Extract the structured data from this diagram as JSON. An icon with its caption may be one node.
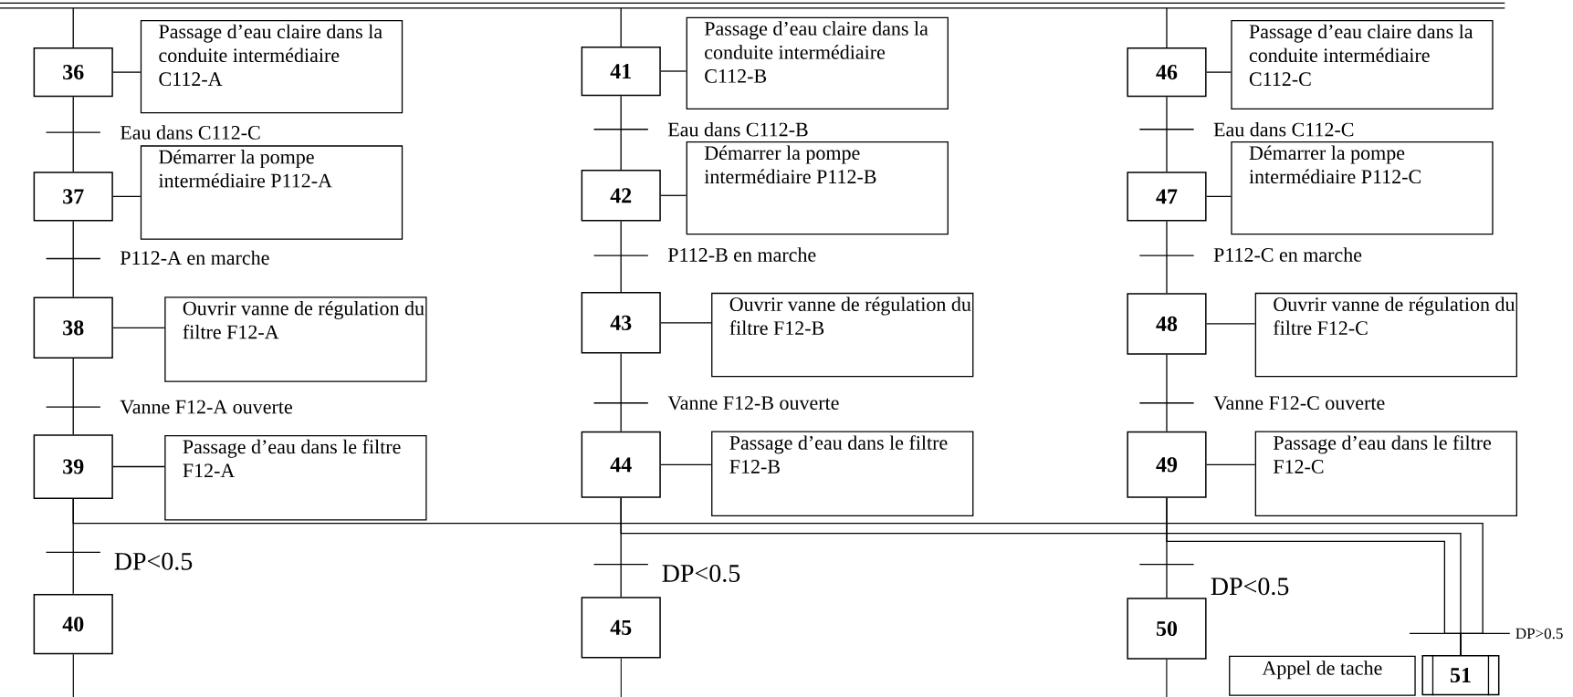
{
  "diagram": {
    "nodes": [
      {
        "text": [
          "36"
        ]
      },
      {
        "text": [
          "Passage d’eau claire dans la conduite intermédiaire C112-A"
        ]
      },
      {
        "text": [
          "37"
        ]
      },
      {
        "text": [
          "Démarrer la pompe intermédiaire P112-A"
        ]
      },
      {
        "text": [
          "38"
        ]
      },
      {
        "text": [
          "Ouvrir vanne de régulation du filtre F12-A"
        ]
      },
      {
        "text": [
          "39"
        ]
      },
      {
        "text": [
          "Passage d’eau dans le filtre F12-A"
        ]
      },
      {
        "text": [
          "40"
        ]
      },
      {
        "text": [
          "41"
        ]
      },
      {
        "text": [
          "Passage d’eau claire dans la conduite intermédiaire C112-B"
        ]
      },
      {
        "text": [
          "42"
        ]
      },
      {
        "text": [
          "Démarrer la pompe intermédiaire P112-B"
        ]
      },
      {
        "text": [
          "43"
        ]
      },
      {
        "text": [
          "Ouvrir vanne de régulation du filtre F12-B"
        ]
      },
      {
        "text": [
          "44"
        ]
      },
      {
        "text": [
          "Passage d’eau dans le filtre F12-B"
        ]
      },
      {
        "text": [
          "45"
        ]
      },
      {
        "text": [
          "46"
        ]
      },
      {
        "text": [
          "Passage d’eau claire dans la conduite intermédiaire C112-C"
        ]
      },
      {
        "text": [
          "47"
        ]
      },
      {
        "text": [
          "Démarrer la pompe intermédiaire P112-C"
        ]
      },
      {
        "text": [
          "48"
        ]
      },
      {
        "text": [
          "Ouvrir vanne de régulation du filtre F12-C"
        ]
      },
      {
        "text": [
          "49"
        ]
      },
      {
        "text": [
          "Passage d’eau dans le filtre F12-C"
        ]
      },
      {
        "text": [
          "50"
        ]
      },
      {
        "text": [
          "Appel de tache"
        ]
      },
      {
        "text": [
          "51"
        ]
      }
    ],
    "edges": [
      {
        "from": null,
        "to": 0,
        "arrow": "none"
      },
      {
        "from": 0,
        "to": 1,
        "arrow": "none"
      },
      {
        "from": 0,
        "to": 2,
        "arrow": "none",
        "label": "Eau dans C112-C"
      },
      {
        "from": 2,
        "to": 3,
        "arrow": "none"
      },
      {
        "from": 2,
        "to": 4,
        "arrow": "none",
        "label": "P112-A en marche"
      },
      {
        "from": 4,
        "to": 5,
        "arrow": "none"
      },
      {
        "from": 4,
        "to": 6,
        "arrow": "none",
        "label": "Vanne F12-A ouverte"
      },
      {
        "from": 6,
        "to": 7,
        "arrow": "none"
      },
      {
        "from": 6,
        "to": 8,
        "arrow": "none",
        "label": "DP<0.5"
      },
      {
        "from": 8,
        "to": null,
        "arrow": "none"
      },
      {
        "from": null,
        "to": 9,
        "arrow": "none"
      },
      {
        "from": 9,
        "to": 10,
        "arrow": "none"
      },
      {
        "from": 9,
        "to": 11,
        "arrow": "none",
        "label": "Eau dans C112-B"
      },
      {
        "from": 11,
        "to": 12,
        "arrow": "none"
      },
      {
        "from": 11,
        "to": 13,
        "arrow": "none",
        "label": "P112-B en marche"
      },
      {
        "from": 13,
        "to": 14,
        "arrow": "none"
      },
      {
        "from": 13,
        "to": 15,
        "arrow": "none",
        "label": "Vanne F12-B ouverte"
      },
      {
        "from": 15,
        "to": 16,
        "arrow": "none"
      },
      {
        "from": 15,
        "to": 17,
        "arrow": "none",
        "label": "DP<0.5"
      },
      {
        "from": 17,
        "to": null,
        "arrow": "none"
      },
      {
        "from": null,
        "to": 18,
        "arrow": "none"
      },
      {
        "from": 18,
        "to": 19,
        "arrow": "none"
      },
      {
        "from": 18,
        "to": 20,
        "arrow": "none",
        "label": "Eau dans C112-C"
      },
      {
        "from": 20,
        "to": 21,
        "arrow": "none"
      },
      {
        "from": 20,
        "to": 22,
        "arrow": "none",
        "label": "P112-C en marche"
      },
      {
        "from": 22,
        "to": 23,
        "arrow": "none"
      },
      {
        "from": 22,
        "to": 24,
        "arrow": "none",
        "label": "Vanne F12-C ouverte"
      },
      {
        "from": 24,
        "to": 25,
        "arrow": "none"
      },
      {
        "from": 24,
        "to": 26,
        "arrow": "none",
        "label": "DP<0.5"
      },
      {
        "from": 26,
        "to": null,
        "arrow": "none"
      },
      {
        "from": 6,
        "to": 28,
        "arrow": "none"
      },
      {
        "from": 15,
        "to": 28,
        "arrow": "none"
      },
      {
        "from": 24,
        "to": 28,
        "arrow": "none"
      }
    ],
    "labels": [
      "DP>0.5"
    ]
  }
}
